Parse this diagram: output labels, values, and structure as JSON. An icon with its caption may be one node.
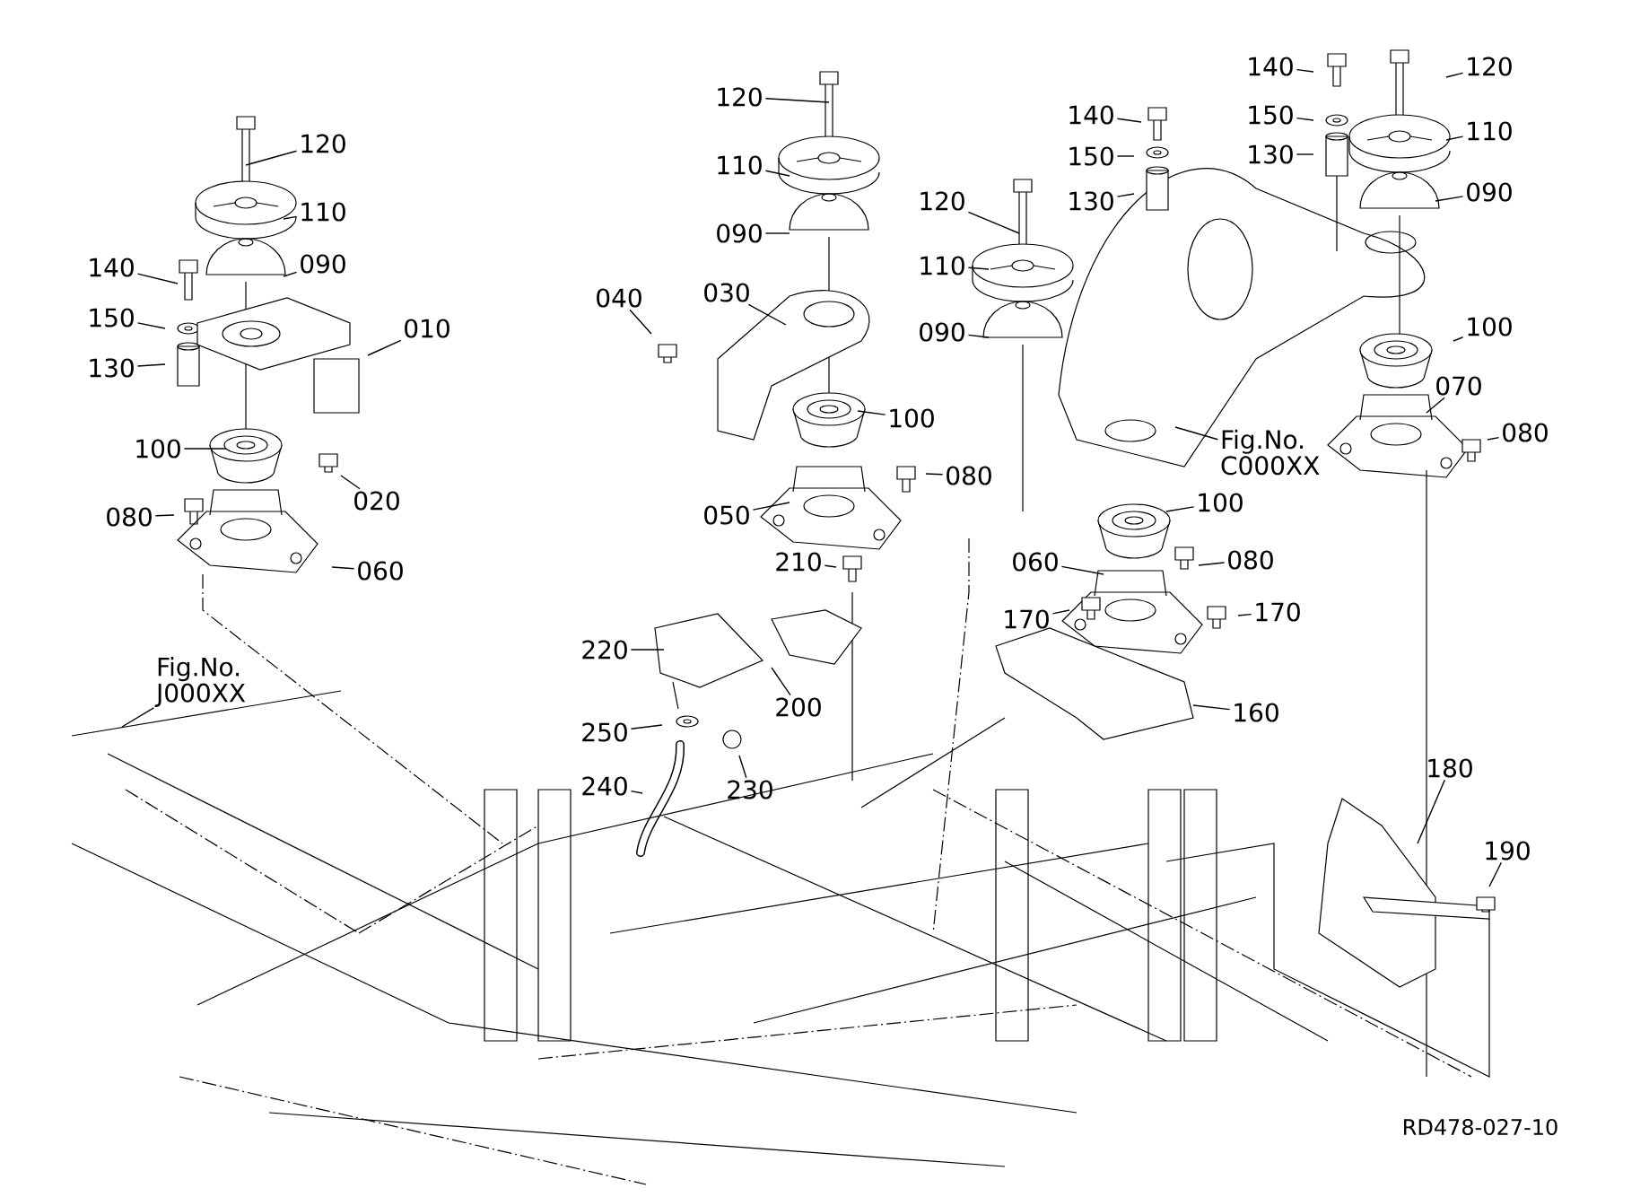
{
  "diagram": {
    "nodes": [
      {
        "text": [
          "120"
        ]
      },
      {
        "text": [
          "110"
        ]
      },
      {
        "text": [
          "140"
        ]
      },
      {
        "text": [
          "090"
        ]
      },
      {
        "text": [
          "150"
        ]
      },
      {
        "text": [
          "010"
        ]
      },
      {
        "text": [
          "130"
        ]
      },
      {
        "text": [
          "100"
        ]
      },
      {
        "text": [
          "020"
        ]
      },
      {
        "text": [
          "080"
        ]
      },
      {
        "text": [
          "060"
        ]
      },
      {
        "text": [
          "120"
        ]
      },
      {
        "text": [
          "110"
        ]
      },
      {
        "text": [
          "090"
        ]
      },
      {
        "text": [
          "040"
        ]
      },
      {
        "text": [
          "030"
        ]
      },
      {
        "text": [
          "100"
        ]
      },
      {
        "text": [
          "080"
        ]
      },
      {
        "text": [
          "050"
        ]
      },
      {
        "text": [
          "210"
        ]
      },
      {
        "text": [
          "220"
        ]
      },
      {
        "text": [
          "200"
        ]
      },
      {
        "text": [
          "250"
        ]
      },
      {
        "text": [
          "240"
        ]
      },
      {
        "text": [
          "230"
        ]
      },
      {
        "text": [
          "140"
        ]
      },
      {
        "text": [
          "150"
        ]
      },
      {
        "text": [
          "130"
        ]
      },
      {
        "text": [
          "120"
        ]
      },
      {
        "text": [
          "110"
        ]
      },
      {
        "text": [
          "090"
        ]
      },
      {
        "text": [
          "Fig.No. C000XX"
        ]
      },
      {
        "text": [
          "100"
        ]
      },
      {
        "text": [
          "080"
        ]
      },
      {
        "text": [
          "060"
        ]
      },
      {
        "text": [
          "170"
        ]
      },
      {
        "text": [
          "170"
        ]
      },
      {
        "text": [
          "160"
        ]
      },
      {
        "text": [
          "140"
        ]
      },
      {
        "text": [
          "120"
        ]
      },
      {
        "text": [
          "150"
        ]
      },
      {
        "text": [
          "110"
        ]
      },
      {
        "text": [
          "130"
        ]
      },
      {
        "text": [
          "090"
        ]
      },
      {
        "text": [
          "100"
        ]
      },
      {
        "text": [
          "070"
        ]
      },
      {
        "text": [
          "080"
        ]
      },
      {
        "text": [
          "180"
        ]
      },
      {
        "text": [
          "190"
        ]
      },
      {
        "text": [
          "Fig.No. J000XX"
        ]
      }
    ],
    "edges": [
      {
        "from": 0,
        "to": null,
        "arrow": "none"
      },
      {
        "from": 1,
        "to": null,
        "arrow": "none"
      },
      {
        "from": 2,
        "to": null,
        "arrow": "none"
      },
      {
        "from": 3,
        "to": null,
        "arrow": "none"
      },
      {
        "from": 4,
        "to": null,
        "arrow": "none"
      },
      {
        "from": 5,
        "to": null,
        "arrow": "none"
      },
      {
        "from": 6,
        "to": null,
        "arrow": "none"
      },
      {
        "from": 7,
        "to": null,
        "arrow": "none"
      },
      {
        "from": 8,
        "to": null,
        "arrow": "none"
      },
      {
        "from": 9,
        "to": null,
        "arrow": "none"
      },
      {
        "from": 10,
        "to": null,
        "arrow": "none"
      },
      {
        "from": 11,
        "to": null,
        "arrow": "none"
      },
      {
        "from": 12,
        "to": null,
        "arrow": "none"
      },
      {
        "from": 13,
        "to": null,
        "arrow": "none"
      },
      {
        "from": 14,
        "to": null,
        "arrow": "none"
      },
      {
        "from": 15,
        "to": null,
        "arrow": "none"
      },
      {
        "from": 16,
        "to": null,
        "arrow": "none"
      },
      {
        "from": 17,
        "to": null,
        "arrow": "none"
      },
      {
        "from": 18,
        "to": null,
        "arrow": "none"
      },
      {
        "from": 19,
        "to": null,
        "arrow": "none"
      },
      {
        "from": 20,
        "to": null,
        "arrow": "none"
      },
      {
        "from": 21,
        "to": null,
        "arrow": "none"
      },
      {
        "from": 22,
        "to": null,
        "arrow": "none"
      },
      {
        "from": 23,
        "to": null,
        "arrow": "none"
      },
      {
        "from": 24,
        "to": null,
        "arrow": "none"
      },
      {
        "from": 25,
        "to": null,
        "arrow": "none"
      },
      {
        "from": 26,
        "to": null,
        "arrow": "none"
      },
      {
        "from": 27,
        "to": null,
        "arrow": "none"
      },
      {
        "from": 28,
        "to": null,
        "arrow": "none"
      },
      {
        "from": 29,
        "to": null,
        "arrow": "none"
      },
      {
        "from": 30,
        "to": null,
        "arrow": "none"
      },
      {
        "from": 31,
        "to": null,
        "arrow": "none"
      },
      {
        "from": 32,
        "to": null,
        "arrow": "none"
      },
      {
        "from": 33,
        "to": null,
        "arrow": "none"
      },
      {
        "from": 34,
        "to": null,
        "arrow": "none"
      },
      {
        "from": 35,
        "to": null,
        "arrow": "none"
      },
      {
        "from": 36,
        "to": null,
        "arrow": "none"
      },
      {
        "from": 37,
        "to": null,
        "arrow": "none"
      },
      {
        "from": 38,
        "to": null,
        "arrow": "none"
      },
      {
        "from": 39,
        "to": null,
        "arrow": "none"
      },
      {
        "from": 40,
        "to": null,
        "arrow": "none"
      },
      {
        "from": 41,
        "to": null,
        "arrow": "none"
      },
      {
        "from": 42,
        "to": null,
        "arrow": "none"
      },
      {
        "from": 43,
        "to": null,
        "arrow": "none"
      },
      {
        "from": 44,
        "to": null,
        "arrow": "none"
      },
      {
        "from": 45,
        "to": null,
        "arrow": "none"
      },
      {
        "from": 46,
        "to": null,
        "arrow": "none"
      },
      {
        "from": 47,
        "to": null,
        "arrow": "none"
      },
      {
        "from": 48,
        "to": null,
        "arrow": "none"
      },
      {
        "from": 49,
        "to": null,
        "arrow": "none"
      }
    ],
    "labels": [
      "RD478-027-10"
    ]
  }
}
